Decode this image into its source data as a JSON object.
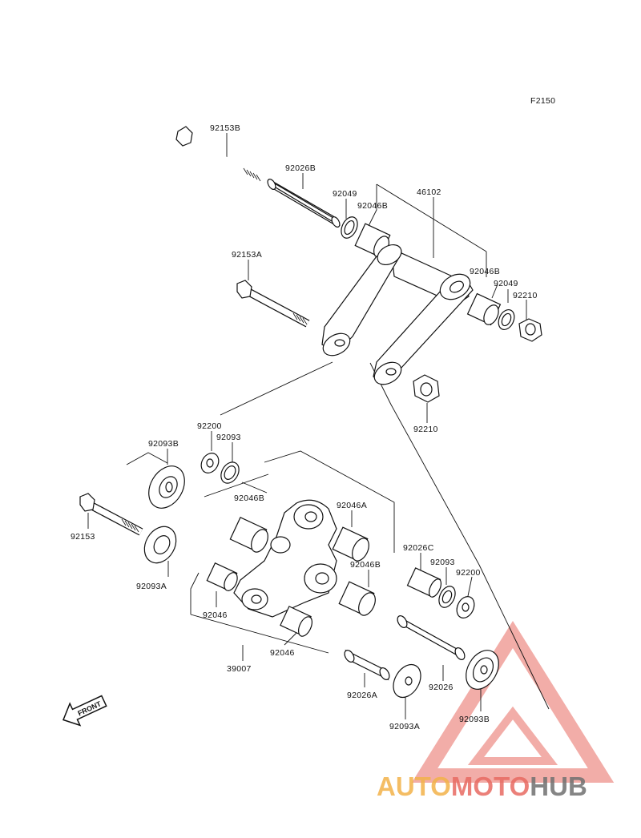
{
  "diagram": {
    "code": "F2150",
    "labels": {
      "bolt_upper": "92153B",
      "sleeve_upper": "92026B",
      "washer_upper_left": "92049",
      "bearing_upper_left": "92046B",
      "rod": "46102",
      "bearing_upper_right": "92046B",
      "washer_upper_right": "92049",
      "nut_upper_right": "92210",
      "bolt_middle": "92153A",
      "nut_middle": "92210",
      "cap_left": "92200",
      "seal_left": "92093",
      "seal_left_large": "92093B",
      "bearing_left_top": "92046B",
      "bearing_right_top": "92046A",
      "bolt_lower": "92153",
      "seal_lower_left": "92093A",
      "bearing_lower_left": "92046",
      "sleeve_right": "92026C",
      "seal_right": "92093",
      "cap_right": "92200",
      "bearing_right_mid": "92046B",
      "bearing_bottom": "92046",
      "rocker_assy": "39007",
      "sleeve_bottom_left": "92026A",
      "sleeve_bottom_right": "92026",
      "seal_bottom_left": "92093A",
      "seal_bottom_right": "92093B"
    },
    "front_label": "FRONT"
  },
  "watermark": {
    "part1": "AUTO",
    "part2": "MOTO",
    "part3": "HUB",
    "color1": "#f3b24a",
    "color2": "#e86b62",
    "color3": "#707070"
  }
}
